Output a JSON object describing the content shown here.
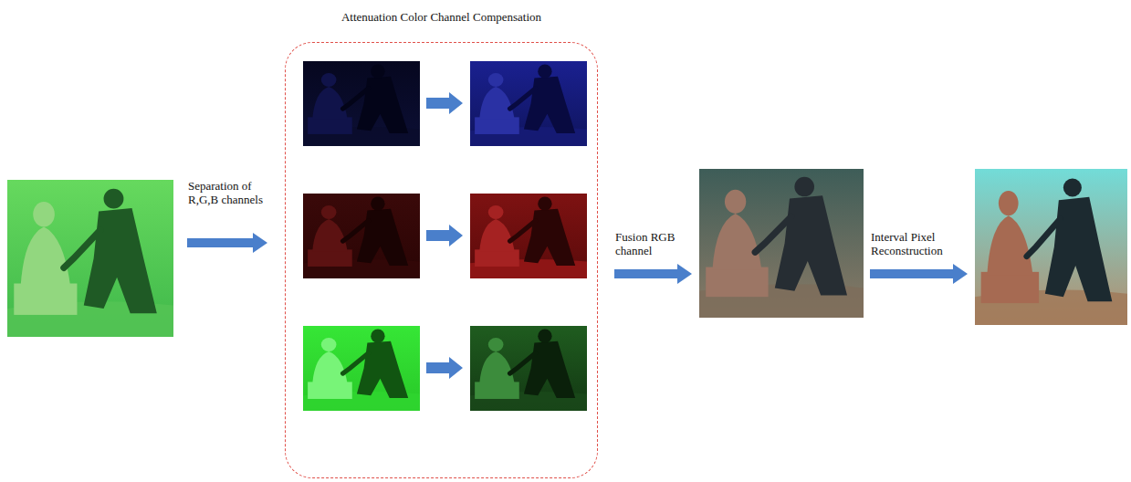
{
  "diagram": {
    "nodes": [
      {
        "text": [
          "Attenuation Color Channel Compensation"
        ]
      }
    ],
    "labels": [
      "Separation of R,G,B channels",
      "Fusion RGB channel",
      "Interval Pixel Reconstruction"
    ]
  }
}
